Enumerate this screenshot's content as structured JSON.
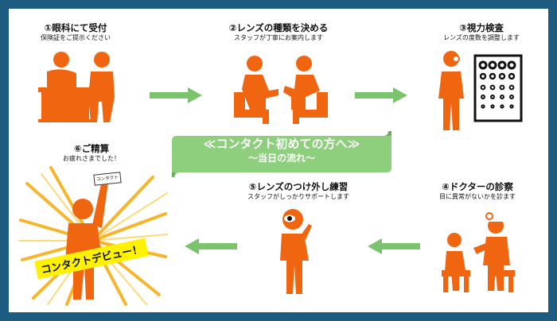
{
  "colors": {
    "frame": "#1d5c80",
    "figure": "#f06510",
    "arrow": "#7cc36e",
    "banner": "#8ecf7e"
  },
  "banner": {
    "line1": "≪コンタクト初めての方へ≫",
    "line2": "〜当日の流れ〜"
  },
  "steps": [
    {
      "title": "①眼科にて受付",
      "sub": "保険証をご提示ください"
    },
    {
      "title": "②レンズの種類を決める",
      "sub": "スタッフが丁寧にお案内します"
    },
    {
      "title": "③視力検査",
      "sub": "レンズの度数を調整します"
    },
    {
      "title": "④ドクターの診察",
      "sub": "目に異常がないかを診ます"
    },
    {
      "title": "⑤レンズのつけ外し練習",
      "sub": "スタッフがしっかりサポートします"
    },
    {
      "title": "⑥ご精算",
      "sub": "お疲れさまでした！"
    }
  ],
  "card_text": "コンタクト",
  "debut_text": "コンタクトデビュー！",
  "icons": [
    "receptionist-icon",
    "consultation-icon",
    "vision-test-icon",
    "doctor-exam-icon",
    "lens-practice-icon",
    "celebration-icon",
    "flow-arrow-icon"
  ]
}
